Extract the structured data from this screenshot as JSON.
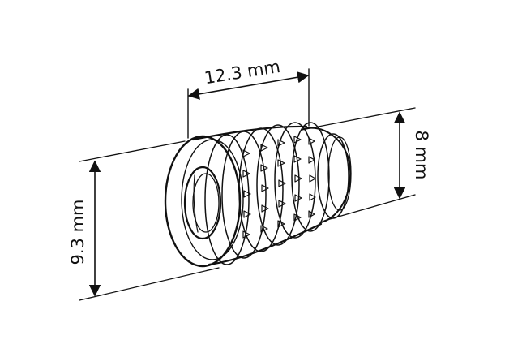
{
  "dimensions": {
    "length": "12.3  mm",
    "outer_diameter": "9.3 mm",
    "inner_diameter": "8 mm"
  },
  "colors": {
    "line": "#111111",
    "background": "#ffffff"
  }
}
